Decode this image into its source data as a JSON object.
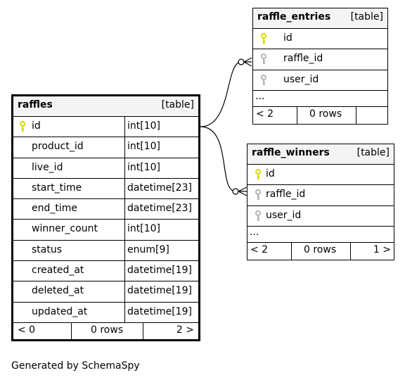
{
  "raffles": {
    "name": "raffles",
    "kind": "[table]",
    "columns": [
      {
        "name": "id",
        "type": "int[10]"
      },
      {
        "name": "product_id",
        "type": "int[10]"
      },
      {
        "name": "live_id",
        "type": "int[10]"
      },
      {
        "name": "start_time",
        "type": "datetime[23]"
      },
      {
        "name": "end_time",
        "type": "datetime[23]"
      },
      {
        "name": "winner_count",
        "type": "int[10]"
      },
      {
        "name": "status",
        "type": "enum[9]"
      },
      {
        "name": "created_at",
        "type": "datetime[19]"
      },
      {
        "name": "deleted_at",
        "type": "datetime[19]"
      },
      {
        "name": "updated_at",
        "type": "datetime[19]"
      }
    ],
    "footer": {
      "left": "< 0",
      "middle": "0 rows",
      "right": "2 >"
    }
  },
  "raffle_entries": {
    "name": "raffle_entries",
    "kind": "[table]",
    "columns": [
      "id",
      "raffle_id",
      "user_id"
    ],
    "ellipsis": "...",
    "footer": {
      "left": "< 2",
      "middle": "0 rows",
      "right": ""
    }
  },
  "raffle_winners": {
    "name": "raffle_winners",
    "kind": "[table]",
    "columns": [
      "id",
      "raffle_id",
      "user_id"
    ],
    "ellipsis": "...",
    "footer": {
      "left": "< 2",
      "middle": "0 rows",
      "right": "1 >"
    }
  },
  "generated_by": "Generated by SchemaSpy",
  "colors": {
    "primary_key": "#d9d900",
    "foreign_key": "#b3b3b3",
    "header_bg": "#f4f4f4"
  },
  "icons": {
    "primary_key": "key-icon",
    "foreign_key": "key-icon"
  }
}
